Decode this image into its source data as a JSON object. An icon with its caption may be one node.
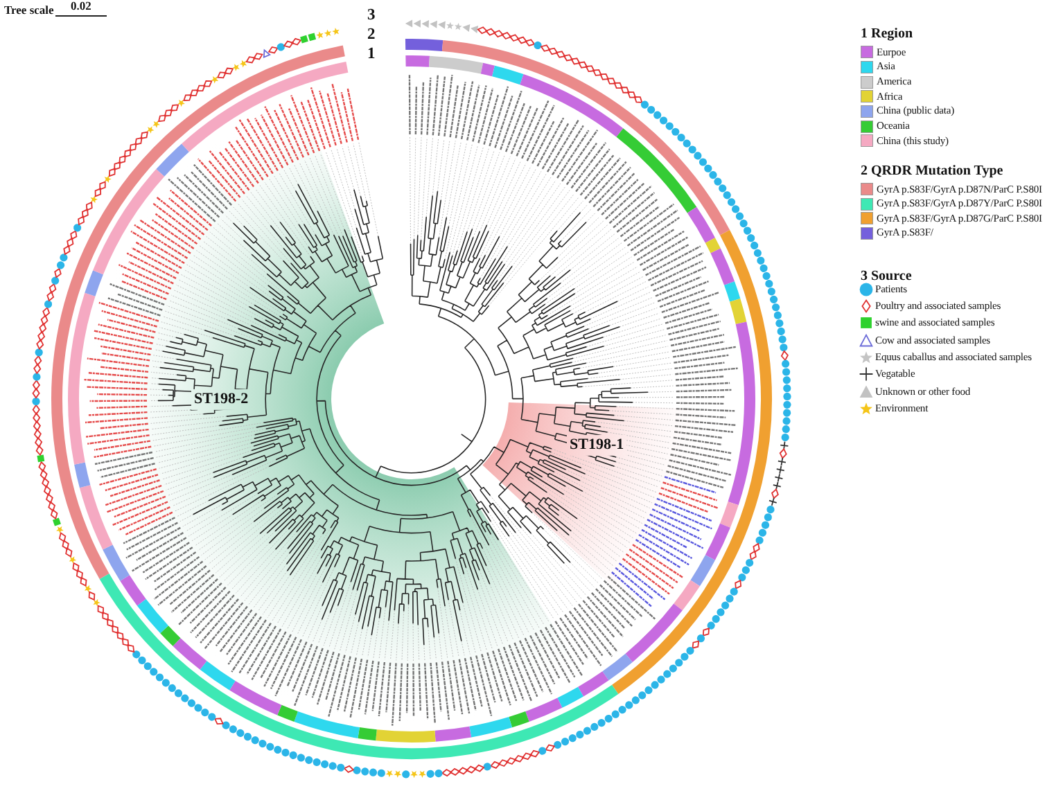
{
  "diagram": {
    "labels": [
      "Tree scale",
      "0.02",
      "3",
      "2",
      "1",
      "1 Region",
      "2 QRDR Mutation Type",
      "3 Source",
      "ST198-2",
      "ST198-1"
    ],
    "legend": [
      {
        "text": "Eurpoe",
        "color": "#c76be0"
      },
      {
        "text": "Asia",
        "color": "#2ed8ee"
      },
      {
        "text": "America",
        "color": "#cccccc"
      },
      {
        "text": "Africa",
        "color": "#e2d335"
      },
      {
        "text": "China (public data)",
        "color": "#8ea5ee"
      },
      {
        "text": "Oceania",
        "color": "#35cc35"
      },
      {
        "text": "China (this study)",
        "color": "#f5a9c2"
      },
      {
        "text": "GyrA p.S83F/GyrA p.D87N/ParC P.S80I",
        "color": "#ea8a8a"
      },
      {
        "text": "GyrA p.S83F/GyrA p.D87Y/ParC P.S80I",
        "color": "#3ee8b4"
      },
      {
        "text": "GyrA p.S83F/GyrA p.D87G/ParC P.S80I",
        "color": "#f0a030"
      },
      {
        "text": "GyrA p.S83F/",
        "color": "#7460dc"
      },
      {
        "text": "Patients"
      },
      {
        "text": "Poultry and associated samples"
      },
      {
        "text": "swine and associated samples"
      },
      {
        "text": "Cow and associated samples"
      },
      {
        "text": "Equus caballus and associated samples"
      },
      {
        "text": "Vegatable"
      },
      {
        "text": "Unknown or other food"
      },
      {
        "text": "Environment"
      }
    ]
  }
}
